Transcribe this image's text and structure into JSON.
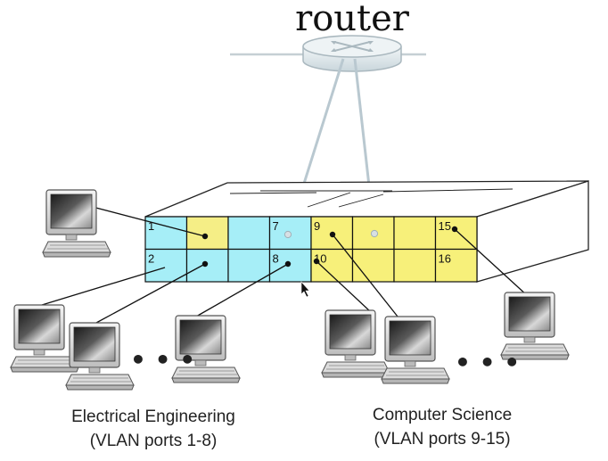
{
  "router": {
    "title": "router"
  },
  "switch": {
    "ports_top_row": [
      {
        "num": "1",
        "vlan": "EE"
      },
      {
        "num": "",
        "vlan": "EE"
      },
      {
        "num": "",
        "vlan": "EE"
      },
      {
        "num": "7",
        "vlan": "EE"
      },
      {
        "num": "9",
        "vlan": "CS"
      },
      {
        "num": "",
        "vlan": "CS"
      },
      {
        "num": "",
        "vlan": "CS"
      },
      {
        "num": "15",
        "vlan": "CS"
      }
    ],
    "ports_bottom_row": [
      {
        "num": "2",
        "vlan": "EE"
      },
      {
        "num": "",
        "vlan": "EE"
      },
      {
        "num": "",
        "vlan": "EE"
      },
      {
        "num": "8",
        "vlan": "EE"
      },
      {
        "num": "10",
        "vlan": "CS"
      },
      {
        "num": "",
        "vlan": "CS"
      },
      {
        "num": "",
        "vlan": "CS"
      },
      {
        "num": "16",
        "vlan": "CS"
      }
    ]
  },
  "groups": {
    "ee": {
      "line1": "Electrical Engineering",
      "line2": "(VLAN ports 1-8)"
    },
    "cs": {
      "line1": "Computer Science",
      "line2": "(VLAN ports 9-15)"
    }
  },
  "ellipsis": "• • •",
  "colors": {
    "ee_port": "#a6eef7",
    "cs_port": "#f7f07a",
    "yellow_highlight": "#f5ee86",
    "router_link": "#b9c8d0",
    "line": "#111111"
  }
}
